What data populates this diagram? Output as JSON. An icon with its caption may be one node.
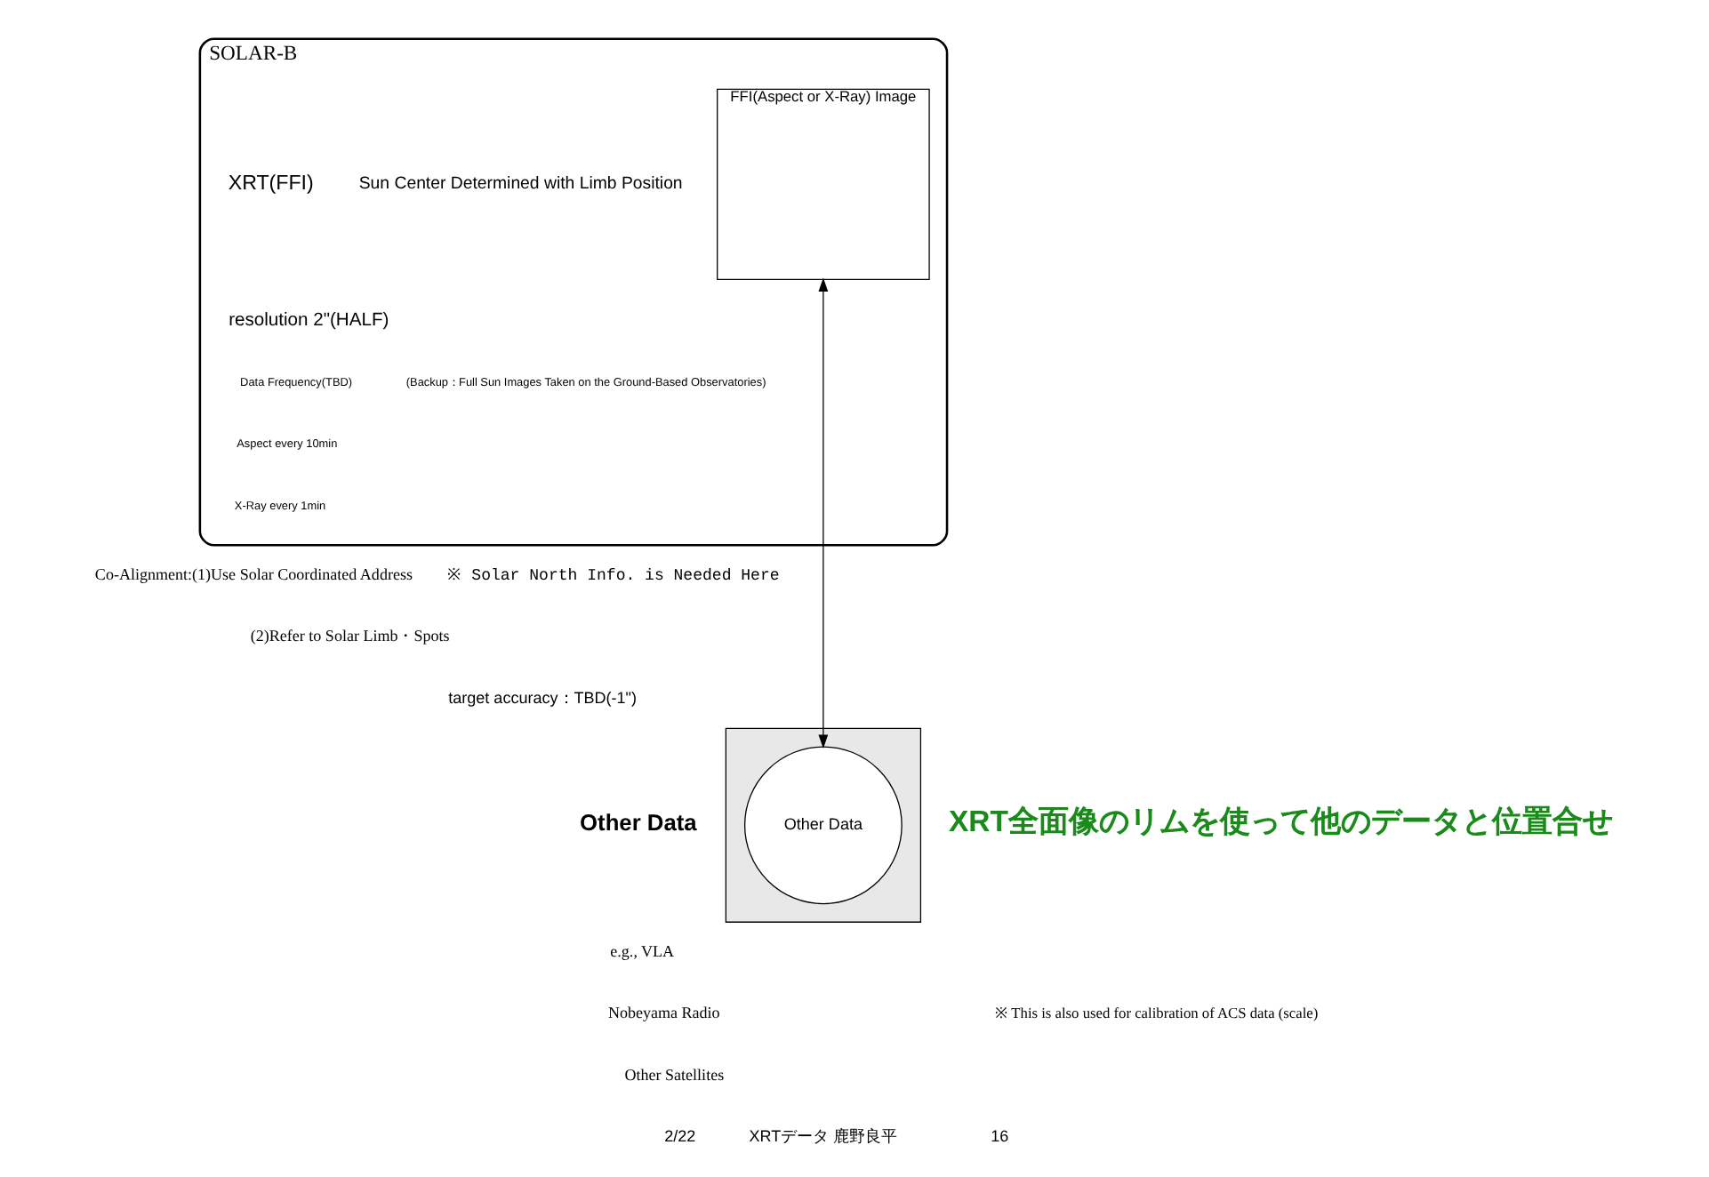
{
  "diagram": {
    "nodes": [
      {
        "text": [
          "SOLAR-B"
        ]
      },
      {
        "text": [
          "FFI(Aspect or X-Ray) Image"
        ],
        "in": 0
      },
      {
        "text": [],
        "shape": "box"
      },
      {
        "text": [
          "Other Data"
        ],
        "in": 2
      }
    ],
    "edges": [
      {
        "from": 1,
        "to": 3,
        "arrow": "both"
      }
    ],
    "labels": [
      "XRT(FFI)",
      "resolution 2\"(HALF)",
      "Data Frequency(TBD)",
      "Aspect every 10min",
      "X-Ray every 1min",
      "Sun Center Determined with Limb Position",
      "(Backup：Full Sun Images Taken on the Ground-Based Observatories)",
      "Co-Alignment:(1)Use Solar Coordinated Address",
      "(2)Refer to Solar Limb・Spots",
      "target accuracy：TBD(-1\")",
      "※ Solar North Info. is Needed Here",
      "XRT全面像のリムを使って他のデータと位置合せ",
      "Other Data",
      "e.g., VLA",
      "Nobeyama Radio",
      "Other Satellites",
      "※ This is also used for calibration of ACS data (scale)",
      "2/22",
      "XRTデータ 鹿野良平",
      "16"
    ]
  }
}
